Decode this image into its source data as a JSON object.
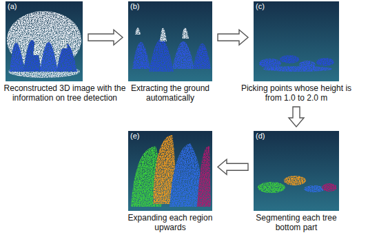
{
  "diagram": {
    "nodes": [
      {
        "text": [
          "(a)",
          "Reconstructed 3D image with the information on tree detection"
        ]
      },
      {
        "text": [
          "(b)",
          "Extracting the ground automatically"
        ]
      },
      {
        "text": [
          "(c)",
          "Picking points whose height is from 1.0 to 2.0 m"
        ]
      },
      {
        "text": [
          "(d)",
          "Segmenting each tree bottom part"
        ]
      },
      {
        "text": [
          "(e)",
          "Expanding each region upwards"
        ]
      }
    ],
    "edges": [
      {
        "from": 0,
        "to": 1,
        "arrow": "to"
      },
      {
        "from": 1,
        "to": 2,
        "arrow": "to"
      },
      {
        "from": 2,
        "to": 3,
        "arrow": "to"
      },
      {
        "from": 3,
        "to": 4,
        "arrow": "to"
      }
    ]
  }
}
